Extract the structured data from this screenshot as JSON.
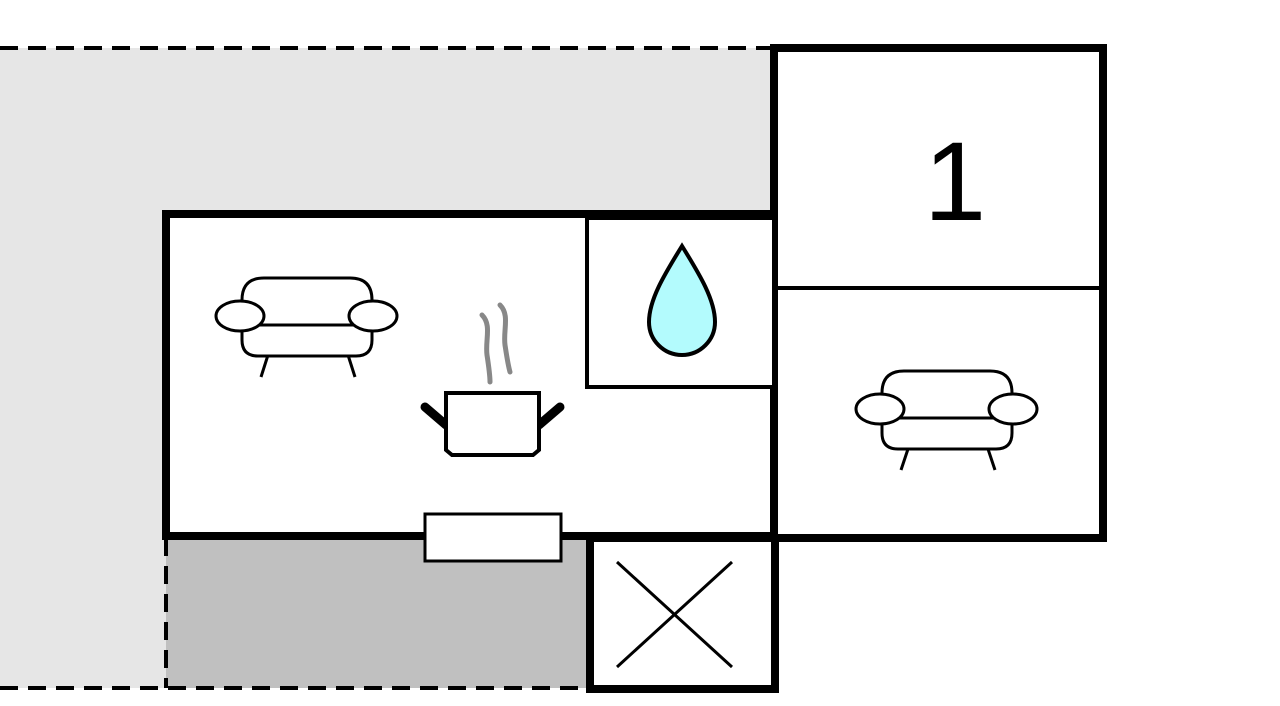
{
  "floorplan": {
    "rooms": [
      {
        "id": "living-kitchen",
        "icons": [
          "sofa-icon",
          "cooking-pot-icon"
        ]
      },
      {
        "id": "bathroom",
        "icons": [
          "water-drop-icon"
        ]
      },
      {
        "id": "bedroom",
        "label": "1"
      },
      {
        "id": "living-room-2",
        "icons": [
          "sofa-icon"
        ]
      },
      {
        "id": "entrance",
        "icons": [
          "cross-icon"
        ]
      }
    ],
    "bedroom_label": "1"
  },
  "colors": {
    "outdoor_area": "#e6e6e6",
    "terrace": "#c0c0c0",
    "water_drop": "#b3fbfd",
    "steam": "#888888",
    "wall": "#000000"
  }
}
